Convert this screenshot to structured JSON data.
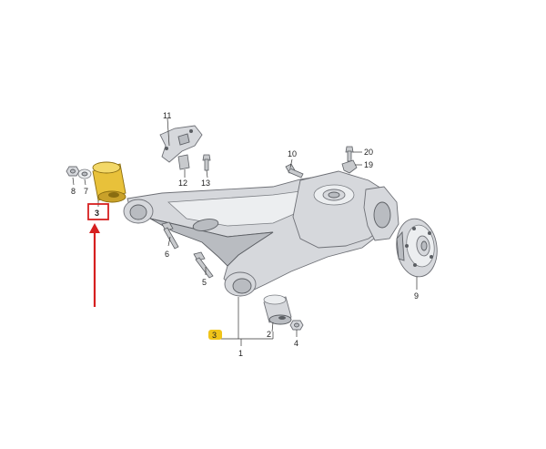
{
  "callouts": {
    "c1": "1",
    "c2": "2",
    "c3_top": "3",
    "c3_bottom": "3",
    "c4": "4",
    "c5": "5",
    "c6": "6",
    "c7": "7",
    "c8": "8",
    "c9": "9",
    "c10": "10",
    "c11": "11",
    "c12": "12",
    "c13": "13",
    "c19": "19",
    "c20": "20"
  },
  "colors": {
    "highlight_part": "#e8c13a",
    "highlight_box": "#d62020",
    "arrow": "#d62020",
    "badge": "#f0c419"
  }
}
